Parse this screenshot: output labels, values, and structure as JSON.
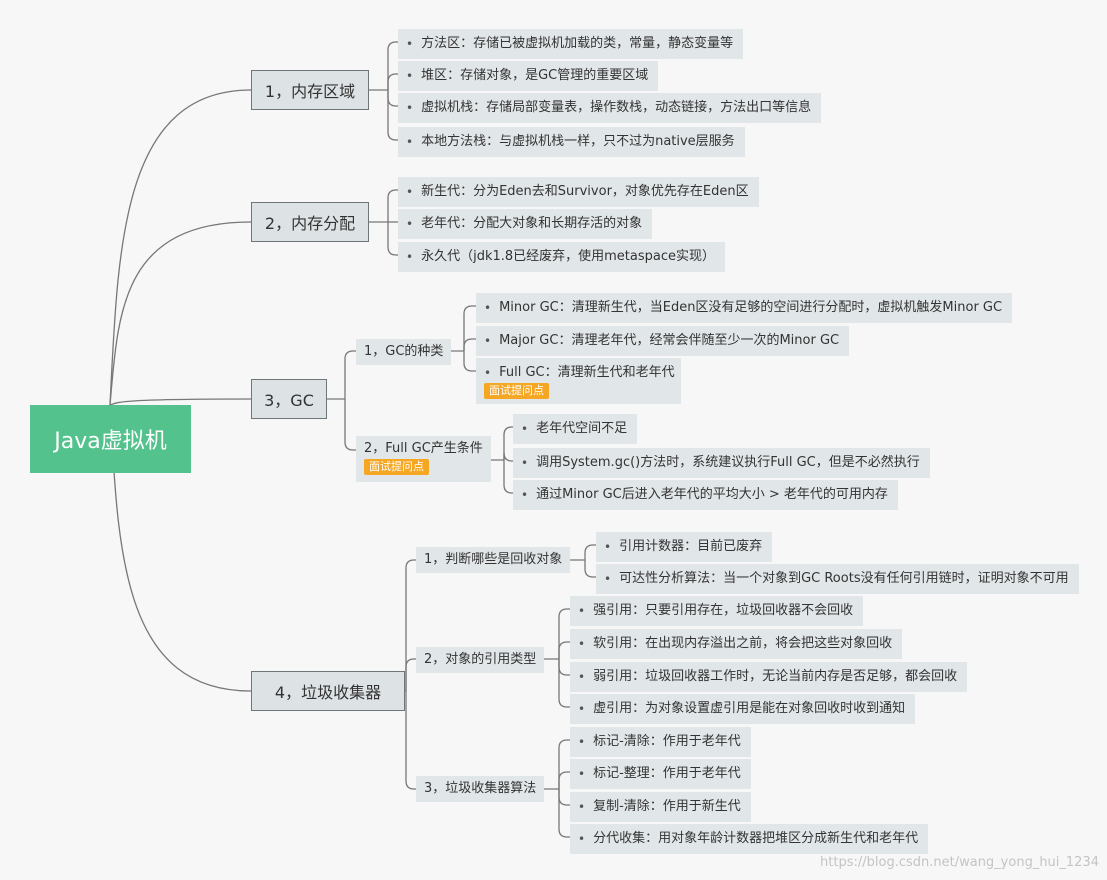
{
  "root": {
    "label": "Java虚拟机"
  },
  "sections": [
    {
      "label": "1，内存区域",
      "items": [
        "方法区：存储已被虚拟机加载的类，常量，静态变量等",
        "堆区：存储对象，是GC管理的重要区域",
        "虚拟机栈：存储局部变量表，操作数栈，动态链接，方法出口等信息",
        "本地方法栈：与虚拟机栈一样，只不过为native层服务"
      ]
    },
    {
      "label": "2，内存分配",
      "items": [
        "新生代：分为Eden去和Survivor，对象优先存在Eden区",
        "老年代：分配大对象和长期存活的对象",
        "永久代（jdk1.8已经废弃，使用metaspace实现）"
      ]
    },
    {
      "label": "3，GC",
      "subs": [
        {
          "label": "1，GC的种类",
          "items": [
            "Minor GC：清理新生代，当Eden区没有足够的空间进行分配时，虚拟机触发Minor GC",
            "Major GC：清理老年代，经常会伴随至少一次的Minor GC",
            "Full GC：清理新生代和老年代"
          ],
          "item_tag": "面试提问点"
        },
        {
          "label": "2，Full GC产生条件",
          "tag": "面试提问点",
          "items": [
            "老年代空间不足",
            "调用System.gc()方法时，系统建议执行Full GC，但是不必然执行",
            "通过Minor GC后进入老年代的平均大小 > 老年代的可用内存"
          ]
        }
      ]
    },
    {
      "label": "4，垃圾收集器",
      "subs": [
        {
          "label": "1，判断哪些是回收对象",
          "items": [
            "引用计数器：目前已废弃",
            "可达性分析算法：当一个对象到GC Roots没有任何引用链时，证明对象不可用"
          ]
        },
        {
          "label": "2，对象的引用类型",
          "items": [
            "强引用：只要引用存在，垃圾回收器不会回收",
            "软引用：在出现内存溢出之前，将会把这些对象回收",
            "弱引用：垃圾回收器工作时，无论当前内存是否足够，都会回收",
            "虚引用：为对象设置虚引用是能在对象回收时收到通知"
          ]
        },
        {
          "label": "3，垃圾收集器算法",
          "items": [
            "标记-清除：作用于老年代",
            "标记-整理：作用于老年代",
            "复制-清除：作用于新生代",
            "分代收集：用对象年龄计数器把堆区分成新生代和老年代"
          ]
        }
      ]
    }
  ],
  "watermark": "https://blog.csdn.net/wang_yong_hui_1234"
}
